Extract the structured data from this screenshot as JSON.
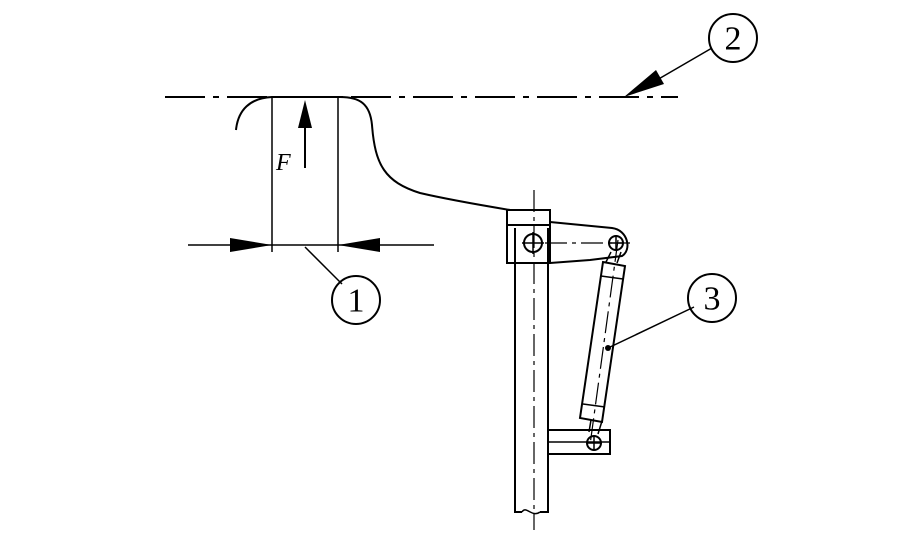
{
  "labels": {
    "callout_1": "1",
    "callout_2": "2",
    "callout_3": "3",
    "force": "F"
  }
}
